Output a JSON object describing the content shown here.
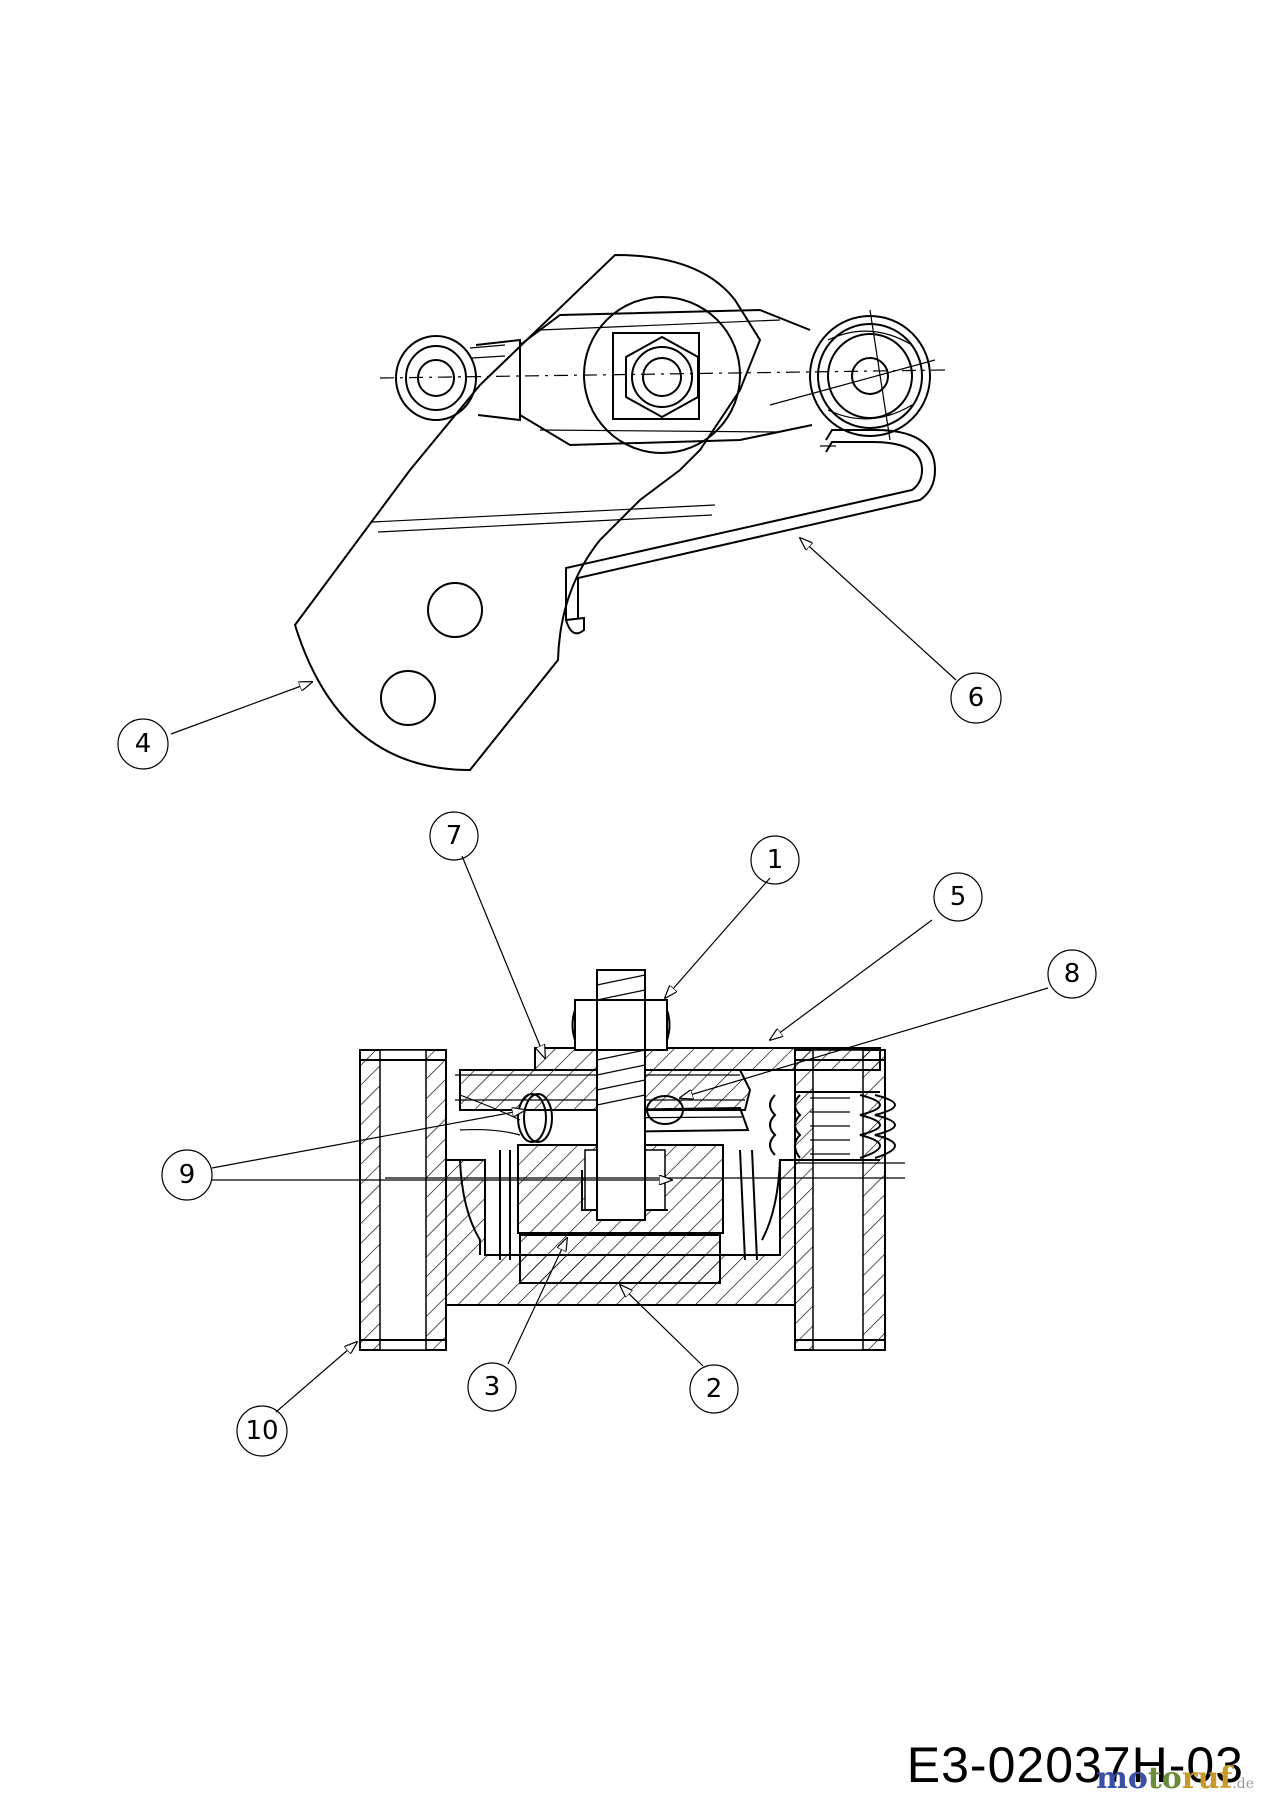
{
  "diagram": {
    "callouts": [
      "1",
      "2",
      "3",
      "4",
      "5",
      "6",
      "7",
      "8",
      "9",
      "10"
    ],
    "drawing_code": "E3-02037H-03",
    "watermark": "motoruf.de"
  }
}
